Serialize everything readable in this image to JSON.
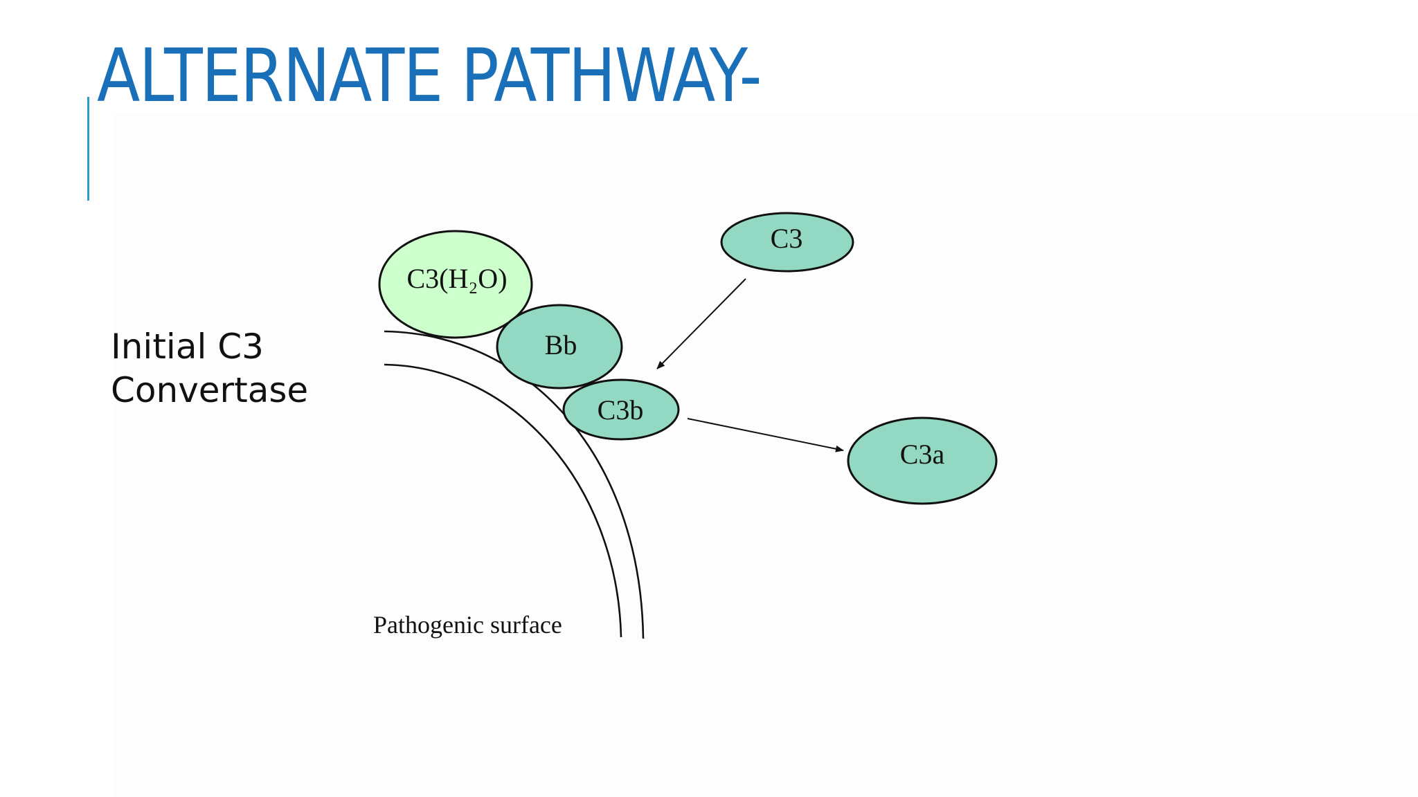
{
  "slide": {
    "title": "ALTERNATE PATHWAY-",
    "side_label": {
      "line1": "Initial C3",
      "line2": "Convertase"
    }
  },
  "diagram": {
    "nodes": {
      "c3h2o": {
        "label": "C3(H₂O)",
        "fill": "#ccffcc"
      },
      "bb": {
        "label": "Bb",
        "fill": "#93d8c2"
      },
      "c3b": {
        "label": "C3b",
        "fill": "#93d8c2"
      },
      "c3": {
        "label": "C3",
        "fill": "#93d8c2"
      },
      "c3a": {
        "label": "C3a",
        "fill": "#93d8c2"
      }
    },
    "surface_label": "Pathogenic surface",
    "colors": {
      "title": "#1a70b8",
      "accent": "#2b9bd0",
      "stroke": "#111111"
    }
  }
}
